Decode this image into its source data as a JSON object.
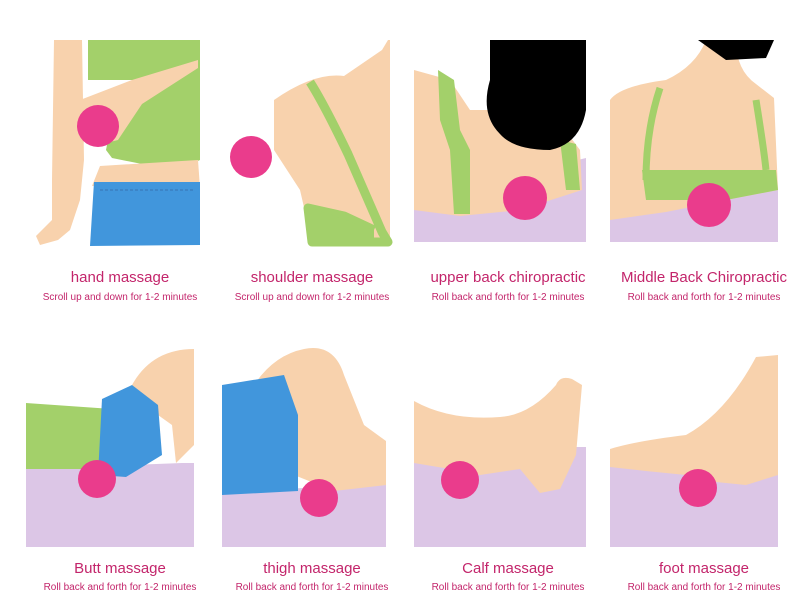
{
  "colors": {
    "skin": "#f8d2ad",
    "shirt": "#a3d06a",
    "shorts": "#4196dc",
    "mat": "#dcc6e6",
    "ball": "#ea3c8c",
    "hair": "#000000",
    "text": "#c3256b"
  },
  "items": [
    {
      "title": "hand massage",
      "caption": "Scroll up and down for 1-2 minutes",
      "icon": "hand-massage-illustration"
    },
    {
      "title": "shoulder massage",
      "caption": "Scroll up and down for 1-2 minutes",
      "icon": "shoulder-massage-illustration"
    },
    {
      "title": "upper back chiropractic",
      "caption": "Roll back and forth for 1-2 minutes",
      "icon": "upper-back-illustration"
    },
    {
      "title": "Middle Back Chiropractic",
      "caption": "Roll back and forth for 1-2 minutes",
      "icon": "middle-back-illustration"
    },
    {
      "title": "Butt massage",
      "caption": "Roll back and forth for 1-2 minutes",
      "icon": "butt-massage-illustration"
    },
    {
      "title": "thigh massage",
      "caption": "Roll back and forth for 1-2 minutes",
      "icon": "thigh-massage-illustration"
    },
    {
      "title": "Calf massage",
      "caption": "Roll back and forth for 1-2 minutes",
      "icon": "calf-massage-illustration"
    },
    {
      "title": "foot massage",
      "caption": "Roll back and forth for 1-2 minutes",
      "icon": "foot-massage-illustration"
    }
  ]
}
